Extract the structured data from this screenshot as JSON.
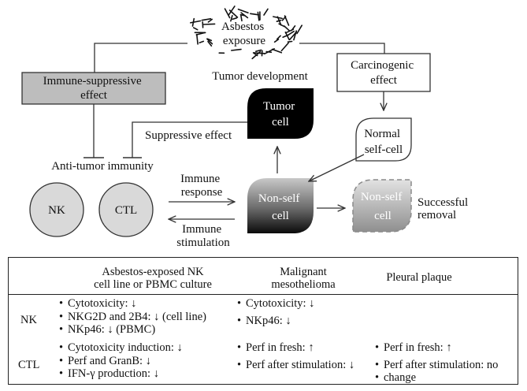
{
  "diagram": {
    "asbestos_label": [
      "Asbestos",
      "exposure"
    ],
    "immune_suppressive_label": [
      "Immune-suppressive",
      "effect"
    ],
    "tumor_development_label": "Tumor development",
    "carcinogenic_label": [
      "Carcinogenic",
      "effect"
    ],
    "tumor_cell_label": [
      "Tumor",
      "cell"
    ],
    "suppressive_effect_label": "Suppressive effect",
    "normal_cell_label": [
      "Normal",
      "self-cell"
    ],
    "anti_tumor_label": "Anti-tumor immunity",
    "nk_label": "NK",
    "ctl_label": "CTL",
    "immune_response_label": [
      "Immune",
      "response"
    ],
    "immune_stimulation_label": [
      "Immune",
      "stimulation"
    ],
    "nonself_cell_label": [
      "Non-self",
      "cell"
    ],
    "nonself_removed_label": [
      "Non-self",
      "cell"
    ],
    "successful_removal_label": [
      "Successful",
      "removal"
    ],
    "colors": {
      "suppressive_box_fill": "#bdbdbd",
      "tumor_cell_fill": "#000000",
      "immune_cell_fill": "#d9d9d9",
      "removed_cell_fill": "#a8a8a8",
      "dashed_border": "#8a8a8a"
    }
  },
  "table": {
    "headers": {
      "asbestos_nk": [
        "Asbestos-exposed NK",
        "cell line or PBMC culture"
      ],
      "mesothelioma": [
        "Malignant",
        "mesothelioma"
      ],
      "pleural_plaque": "Pleural plaque"
    },
    "rows": [
      {
        "label": "NK",
        "asbestos": [
          "Cytotoxicity: ↓",
          "NKG2D and 2B4: ↓  (cell line)",
          "NKp46: ↓  (PBMC)"
        ],
        "mesothelioma": [
          "Cytotoxicity: ↓",
          "NKp46: ↓"
        ],
        "plaque": []
      },
      {
        "label": "CTL",
        "asbestos": [
          "Cytotoxicity induction: ↓",
          "Perf and GranB:  ↓",
          "IFN-γ production: ↓"
        ],
        "mesothelioma": [
          "Perf in fresh: ↑",
          "Perf after stimulation: ↓"
        ],
        "plaque": [
          "Perf in fresh: ↑",
          "Perf after stimulation: no",
          "change"
        ]
      }
    ]
  }
}
